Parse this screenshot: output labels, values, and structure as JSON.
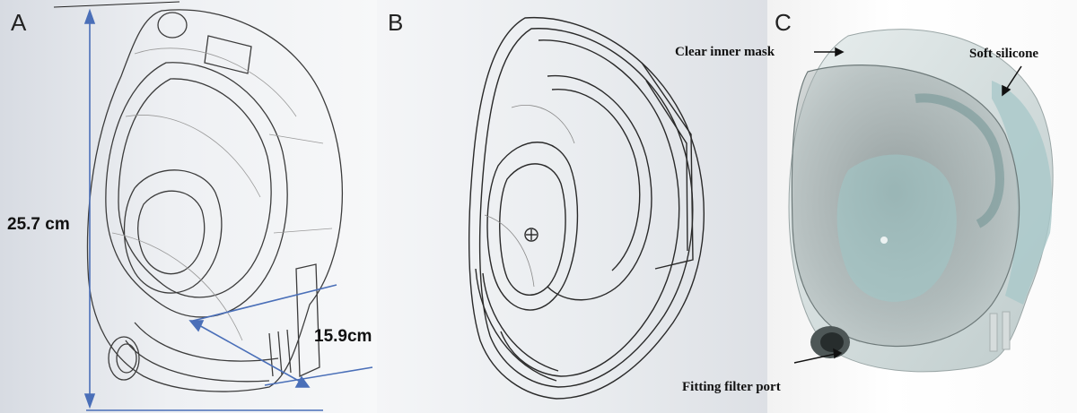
{
  "panels": {
    "a": {
      "letter": "A",
      "height_label": "25.7 cm",
      "width_label": "15.9cm"
    },
    "b": {
      "letter": "B"
    },
    "c": {
      "letter": "C",
      "callouts": {
        "inner_mask": "Clear inner mask",
        "silicone": "Soft silicone",
        "filter_port": "Fitting filter port"
      }
    }
  },
  "colors": {
    "dimension": "#4a6fb8",
    "wire": "#3c3c3c",
    "callout_arrow": "#111111",
    "lens_tint": "#9ec9c9"
  }
}
